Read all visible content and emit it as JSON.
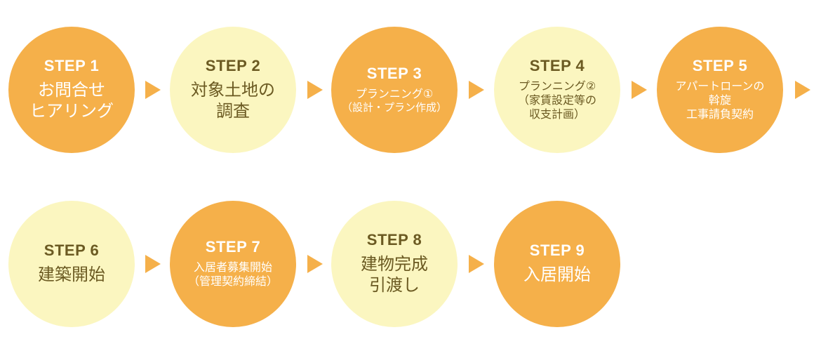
{
  "steps": [
    {
      "label": "STEP 1",
      "lines": [
        "お問合せ",
        "ヒアリング"
      ]
    },
    {
      "label": "STEP 2",
      "lines": [
        "対象土地の",
        "調査"
      ]
    },
    {
      "label": "STEP 3",
      "lines": [
        "プランニング①",
        "（設計・プラン作成）"
      ]
    },
    {
      "label": "STEP 4",
      "lines": [
        "プランニング②",
        "（家賃設定等の",
        "収支計画）"
      ]
    },
    {
      "label": "STEP 5",
      "lines": [
        "アパートローンの",
        "斡旋",
        "工事請負契約"
      ]
    },
    {
      "label": "STEP 6",
      "lines": [
        "建築開始"
      ]
    },
    {
      "label": "STEP 7",
      "lines": [
        "入居者募集開始",
        "（管理契約締結）"
      ]
    },
    {
      "label": "STEP 8",
      "lines": [
        "建物完成",
        "引渡し"
      ]
    },
    {
      "label": "STEP 9",
      "lines": [
        "入居開始"
      ]
    }
  ],
  "colors": {
    "orange": "#f5b04a",
    "yellow": "#fbf6c0",
    "dark_text": "#6b5a22",
    "light_text": "#ffffff"
  },
  "connector_icon": "triangle-arrow-right-icon"
}
